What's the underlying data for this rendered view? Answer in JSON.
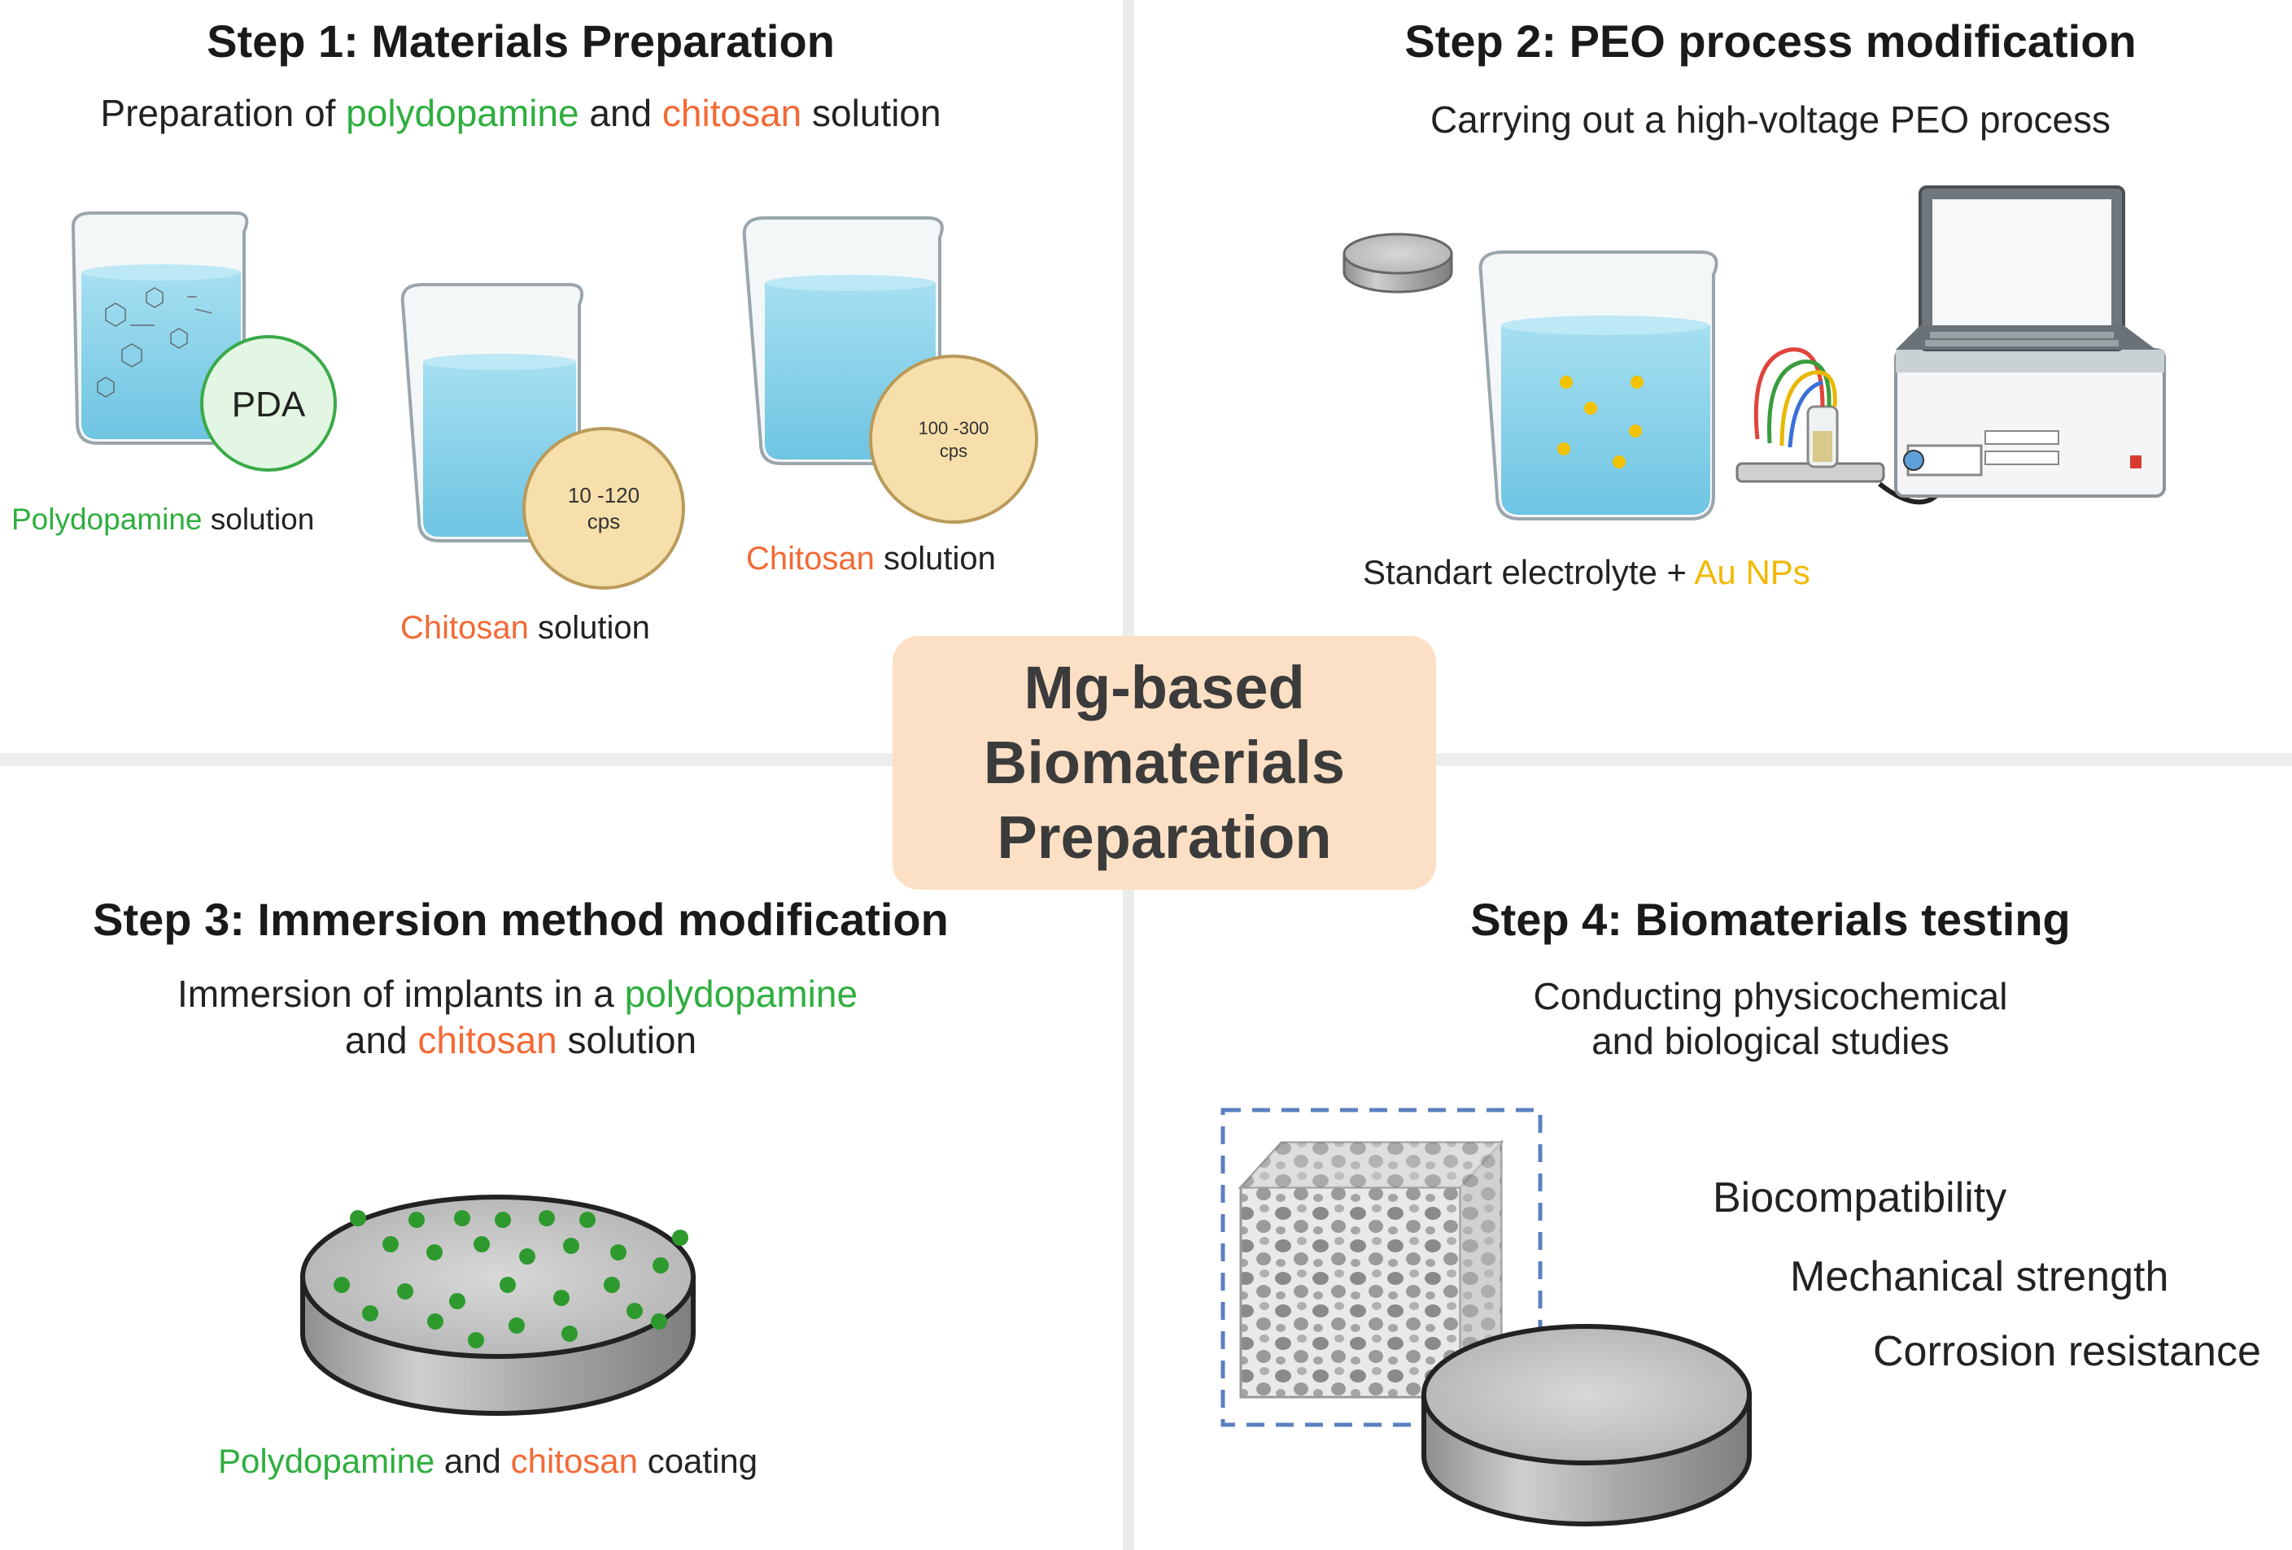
{
  "center": {
    "line1": "Mg-based",
    "line2": "Biomaterials",
    "line3": "Preparation"
  },
  "step1": {
    "title": "Step 1: Materials Preparation",
    "sub": {
      "a": "Preparation of ",
      "b": "polydopamine",
      "c": " and ",
      "d": "chitosan",
      "e": " solution"
    },
    "cap1": {
      "a": "Polydopamine",
      "b": " solution"
    },
    "cap2": {
      "a": "Chitosan",
      "b": " solution"
    },
    "cap3": {
      "a": "Chitosan",
      "b": " solution"
    },
    "badge_pda": "PDA",
    "badge2": {
      "l1": "10 -120",
      "l2": "cps"
    },
    "badge3": {
      "l1": "100 -300",
      "l2": "cps"
    }
  },
  "step2": {
    "title": "Step 2: PEO process modification",
    "sub": "Carrying out a high-voltage PEO process",
    "cap": {
      "a": "Standart electrolyte + ",
      "b": "Au",
      "c": "  NPs"
    }
  },
  "step3": {
    "title": "Step 3: Immersion method modification",
    "sub1": {
      "a": "Immersion of implants in a   ",
      "b": "polydopamine"
    },
    "sub2": {
      "a": "and ",
      "b": "chitosan",
      "c": "  solution"
    },
    "cap": {
      "a": "Polydopamine",
      "b": " and ",
      "c": "chitosan",
      "d": " coating"
    }
  },
  "step4": {
    "title": "Step 4: Biomaterials testing",
    "sub1": "Conducting physicochemical",
    "sub2": "and biological studies",
    "labels": [
      "Biocompatibility",
      "Mechanical strength",
      "Corrosion resistance"
    ]
  },
  "colors": {
    "green": "#2fae3f",
    "orange": "#f26a36",
    "gold": "#f2b900",
    "box": "#fce0c5",
    "water": "#8fd3ea",
    "badge_green": "#e3f6e3",
    "badge_tan": "#f6dfaa"
  }
}
